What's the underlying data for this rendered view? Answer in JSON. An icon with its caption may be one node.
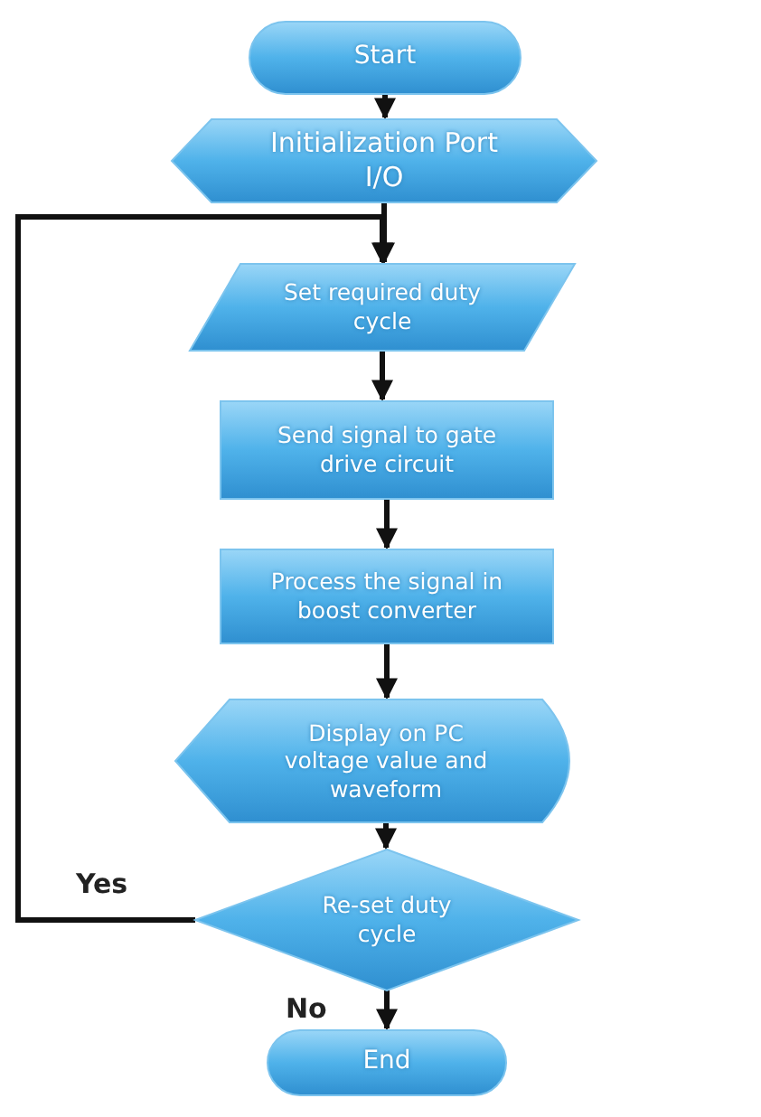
{
  "diagram": {
    "nodes": [
      {
        "text": [
          "Start"
        ]
      },
      {
        "text": [
          "Initialization Port I/O"
        ]
      },
      {
        "text": [
          "Set required duty cycle"
        ]
      },
      {
        "text": [
          "Send signal to gate drive circuit"
        ]
      },
      {
        "text": [
          "Process the signal in boost converter"
        ]
      },
      {
        "text": [
          "Display on PC voltage value and waveform"
        ]
      },
      {
        "text": [
          "Re-set duty cycle"
        ]
      },
      {
        "text": [
          "End"
        ]
      }
    ],
    "edges": [
      {
        "from": 0,
        "to": 1,
        "arrow": "to"
      },
      {
        "from": 1,
        "to": 2,
        "arrow": "to"
      },
      {
        "from": 2,
        "to": 3,
        "arrow": "to"
      },
      {
        "from": 3,
        "to": 4,
        "arrow": "to"
      },
      {
        "from": 4,
        "to": 5,
        "arrow": "to"
      },
      {
        "from": 5,
        "to": 6,
        "arrow": "to"
      },
      {
        "from": 6,
        "to": 2,
        "arrow": "to",
        "label": "Yes"
      },
      {
        "from": 6,
        "to": 7,
        "arrow": "to",
        "label": "No"
      }
    ]
  }
}
